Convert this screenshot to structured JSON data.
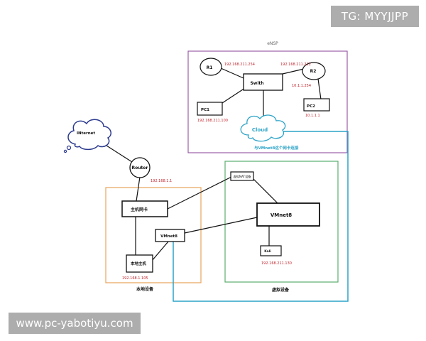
{
  "watermarks": {
    "top_right": "TG: MYYJJPP",
    "bottom_left": "www.pc-yabotiyu.com"
  },
  "ensp": {
    "title": "eNSP",
    "nodes": {
      "r1": "R1",
      "r2": "R2",
      "switch": "Swith",
      "pc1": "PC1",
      "pc2": "PC2",
      "cloud": "Cloud"
    },
    "ips": {
      "r1": "192.168.211.254",
      "r2": "192.168.211.222",
      "r2_second": "10.1.1.254",
      "pc1": "192.168.211.100",
      "pc2": "10.1.1.1"
    },
    "cloud_note": "与VMnet8这个网卡连接"
  },
  "internet": {
    "label": "INternet"
  },
  "router": {
    "label": "Router",
    "ip": "192.168.1.1"
  },
  "local": {
    "title": "本地设备",
    "nic": "主机网卡",
    "host": "本地主机",
    "host_ip": "192.168.1.105",
    "vmnet8": "VMnet8"
  },
  "virtual": {
    "title": "虚拟设备",
    "nat": "虚拟NAT设备",
    "vmnet8": "VMnet8",
    "kali": "Kali",
    "kali_ip": "192.168.211.130"
  },
  "colors": {
    "ensp_frame": "#9b5fa8",
    "local_frame": "#e8a35a",
    "virtual_frame": "#5aae6f",
    "cloud_link": "#2ba3c7",
    "ip_text": "#c0262d"
  }
}
